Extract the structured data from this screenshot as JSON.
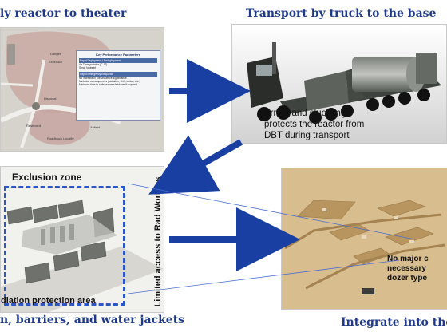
{
  "captions": {
    "top_left": "ly reactor to theater",
    "top_right": "Transport by truck to the base",
    "bottom_left": "n, barriers, and water jackets",
    "bottom_right": "Integrate into the b"
  },
  "map_panel": {
    "box_title": "Key Performance Parameters",
    "box_lines": [
      "Rapid Deployment / Redeployment",
      "Air Transportable (C-17)",
      "Small footprint",
      "Rapid Emergency Response",
      "No increase in consequence significance",
      "Minimize consequences (radiation, shift, cation, etc.)",
      "Minimum time to safe/secure shutdown if required"
    ],
    "map_labels": [
      "Danger",
      "Exclusion",
      "Disposal",
      "Restricted",
      "Airfield",
      "Roadblock Locality"
    ]
  },
  "truck_panel": {
    "annotation_lines": [
      "Armor and shielding",
      "protects the reactor from",
      "DBT during transport"
    ]
  },
  "exclusion_panel": {
    "zone_label": "Exclusion zone",
    "vertical_label": "Limited access to Rad Workers",
    "area_label": "diation protection area"
  },
  "base_panel": {
    "note_lines": [
      "No major c",
      "necessary",
      "dozer type"
    ]
  },
  "colors": {
    "caption": "#1f3a8a",
    "arrow": "#1a3fa3",
    "dashed_box": "#2e56c9"
  }
}
